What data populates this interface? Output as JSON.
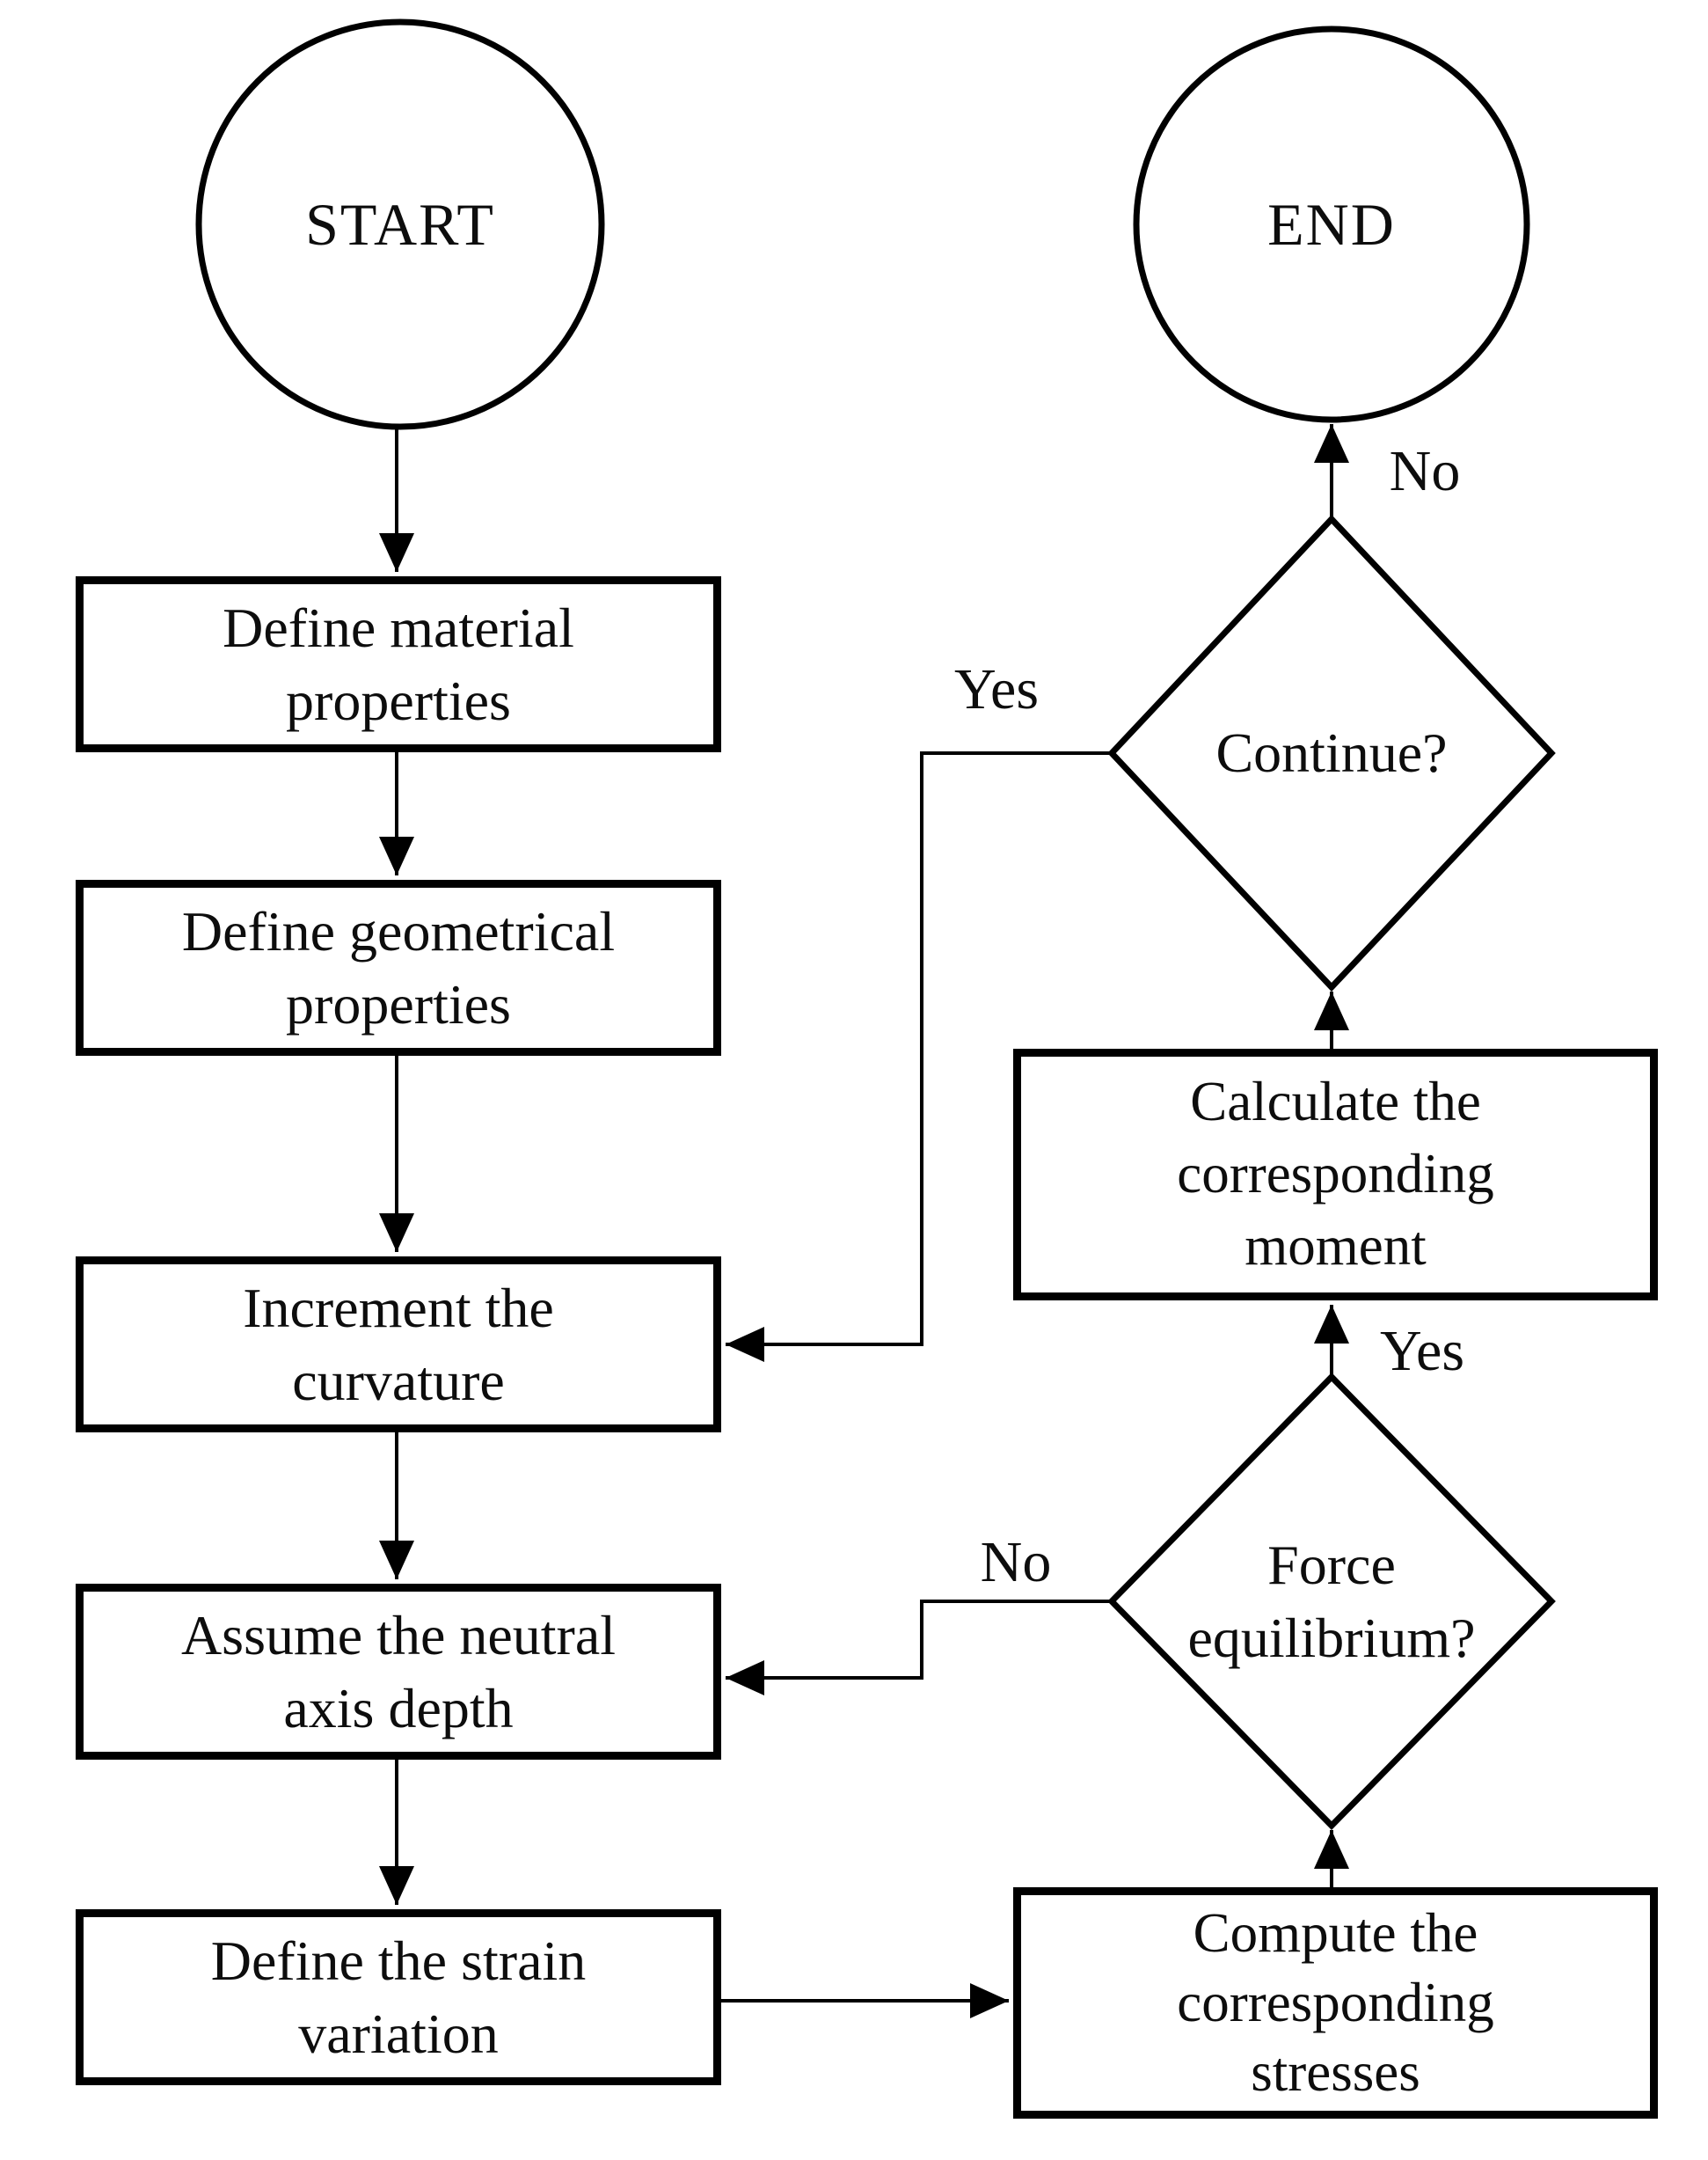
{
  "diagram": {
    "type": "flowchart",
    "colors": {
      "background": "#ffffff",
      "line": "#000000",
      "text": "#0d0d0d"
    },
    "terminals": {
      "start": "START",
      "end": "END"
    },
    "processes": {
      "define_material": [
        "Define material",
        "properties"
      ],
      "define_geometrical": [
        "Define geometrical",
        "properties"
      ],
      "increment_curvature": [
        "Increment the",
        "curvature"
      ],
      "assume_neutral_axis": [
        "Assume the neutral",
        "axis depth"
      ],
      "define_strain": [
        "Define the strain",
        "variation"
      ],
      "calculate_moment": [
        "Calculate the",
        "corresponding",
        "moment"
      ],
      "compute_stresses": [
        "Compute the",
        "corresponding",
        "stresses"
      ]
    },
    "decisions": {
      "continue": "Continue?",
      "force_equilibrium": [
        "Force",
        "equilibrium?"
      ]
    },
    "edge_labels": {
      "continue_to_end": "No",
      "continue_to_increment": "Yes",
      "force_to_calculate": "Yes",
      "force_to_assume": "No"
    }
  }
}
